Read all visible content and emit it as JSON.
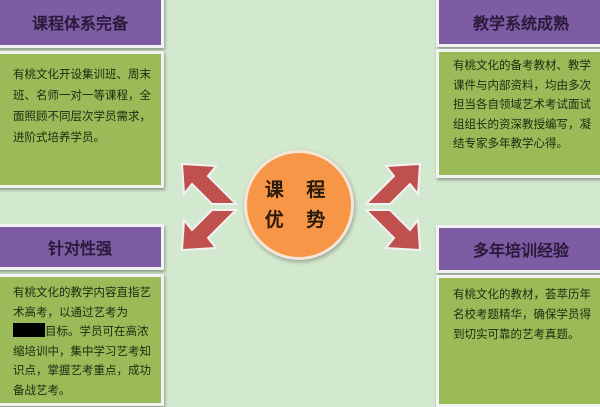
{
  "center": {
    "line1": "课 程",
    "line2": "优 势"
  },
  "panels": {
    "top_left": {
      "title": "课程体系完备",
      "text": "有桃文化开设集训班、周末班、名师一对一等课程，全面照顾不同层次学员需求，进阶式培养学员。"
    },
    "top_right": {
      "title": "教学系统成熟",
      "text": "有桃文化的备考教材、教学课件与内部资料，均由多次担当各自领域艺术考试面试组组长的资深教授编写，凝结专家多年教学心得。"
    },
    "bottom_left": {
      "title": "针对性强",
      "text_before": "有桃文化的教学内容直指艺术高考，以通过艺考为",
      "text_after": "目标。学员可在高浓缩培训中，集中学习艺考知识点，掌握艺考重点，成功备战艺考。"
    },
    "bottom_right": {
      "title": "多年培训经验",
      "text": "有桃文化的教材，荟萃历年名校考题精华，确保学员得到切实可靠的艺考真题。"
    }
  },
  "colors": {
    "background": "#d3e9cf",
    "header": "#7d5ca3",
    "body": "#9bbb59",
    "circle": "#f79646",
    "arrow": "#c0504d"
  }
}
